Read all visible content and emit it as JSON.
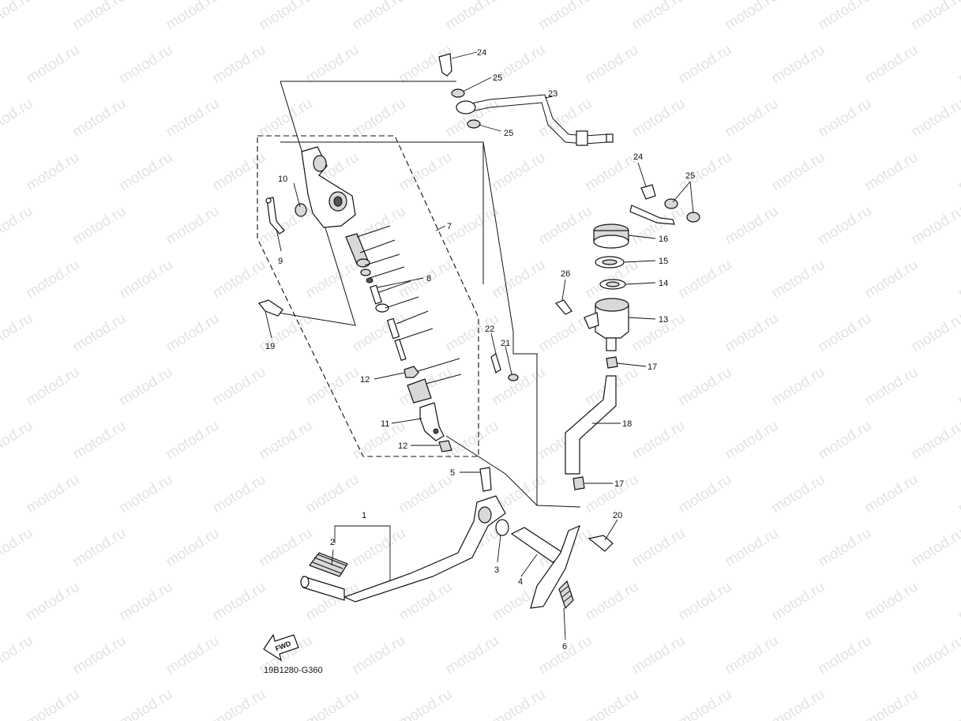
{
  "watermark": "motod.ru",
  "diagram_code": "19B1280-G360",
  "fwd_label": "FWD",
  "callouts": [
    {
      "id": "c1",
      "label": "1"
    },
    {
      "id": "c2",
      "label": "2"
    },
    {
      "id": "c3",
      "label": "3"
    },
    {
      "id": "c4",
      "label": "4"
    },
    {
      "id": "c5",
      "label": "5"
    },
    {
      "id": "c6",
      "label": "6"
    },
    {
      "id": "c7",
      "label": "7"
    },
    {
      "id": "c8",
      "label": "8"
    },
    {
      "id": "c9",
      "label": "9"
    },
    {
      "id": "c10",
      "label": "10"
    },
    {
      "id": "c11",
      "label": "11"
    },
    {
      "id": "c12a",
      "label": "12"
    },
    {
      "id": "c12b",
      "label": "12"
    },
    {
      "id": "c13",
      "label": "13"
    },
    {
      "id": "c14",
      "label": "14"
    },
    {
      "id": "c15",
      "label": "15"
    },
    {
      "id": "c16",
      "label": "16"
    },
    {
      "id": "c17a",
      "label": "17"
    },
    {
      "id": "c17b",
      "label": "17"
    },
    {
      "id": "c18",
      "label": "18"
    },
    {
      "id": "c19",
      "label": "19"
    },
    {
      "id": "c20",
      "label": "20"
    },
    {
      "id": "c21",
      "label": "21"
    },
    {
      "id": "c22",
      "label": "22"
    },
    {
      "id": "c23",
      "label": "23"
    },
    {
      "id": "c24a",
      "label": "24"
    },
    {
      "id": "c24b",
      "label": "24"
    },
    {
      "id": "c25a",
      "label": "25"
    },
    {
      "id": "c25b",
      "label": "25"
    },
    {
      "id": "c25c",
      "label": "25"
    },
    {
      "id": "c26",
      "label": "26"
    }
  ]
}
